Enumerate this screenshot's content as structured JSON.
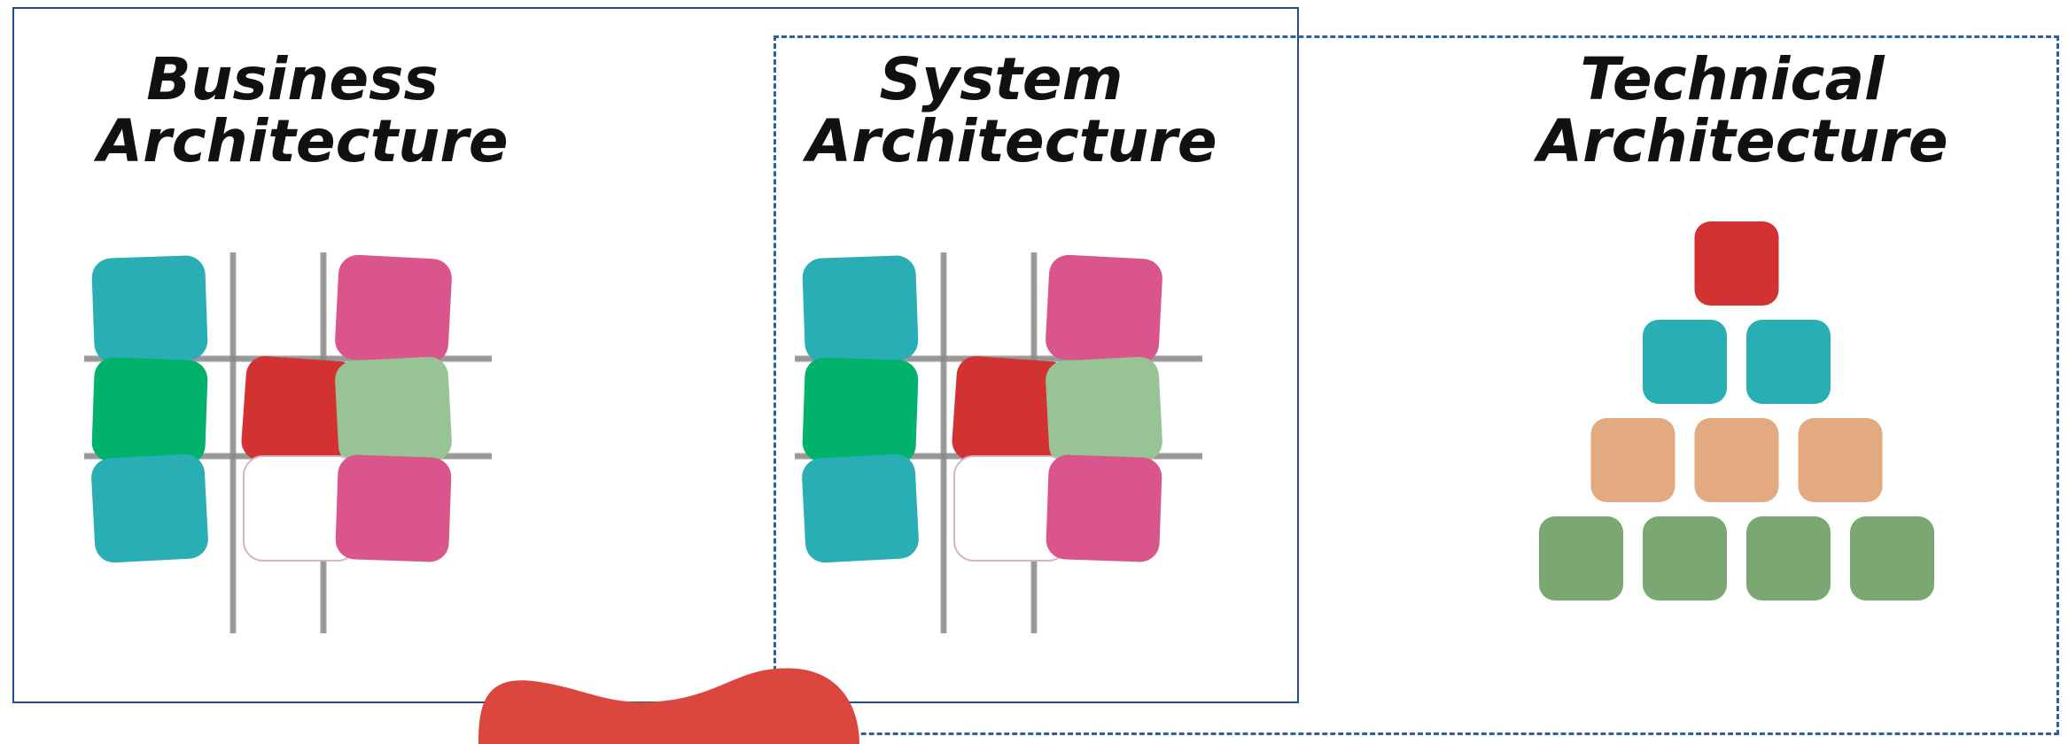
{
  "panels": [
    {
      "title_line1": "Business",
      "title_line2": "Architecture"
    },
    {
      "title_line1": "System",
      "title_line2": "Architecture"
    },
    {
      "title_line1": "Technical",
      "title_line2": "Architecture"
    }
  ],
  "colors": {
    "teal": "#29aeb6",
    "pink": "#d9558c",
    "green": "#00b26c",
    "red": "#d23232",
    "light_green": "#98c394",
    "peach": "#e3aa80",
    "sage": "#7aa772",
    "grid_line": "#8a8a8a",
    "frame_solid": "#1f4e8c",
    "frame_dashed": "#2e5f9e",
    "blob": "#d9473f"
  },
  "grid_cells": [
    "teal",
    "none",
    "pink",
    "green",
    "red",
    "light_green",
    "teal",
    "white",
    "pink"
  ],
  "pyramid_rows": [
    [
      "red"
    ],
    [
      "teal",
      "teal"
    ],
    [
      "peach",
      "peach",
      "peach"
    ],
    [
      "sage",
      "sage",
      "sage",
      "sage"
    ]
  ]
}
